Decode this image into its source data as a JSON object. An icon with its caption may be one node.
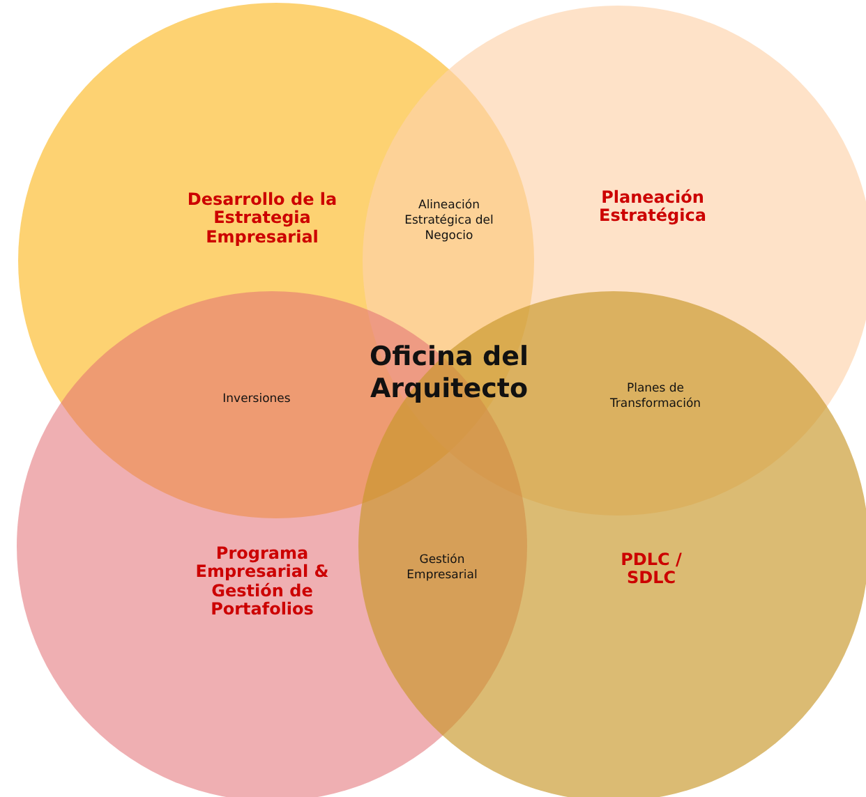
{
  "diagram": {
    "nodes": [
      {
        "text": [
          "Desarrollo de la Estrategia Empresarial"
        ]
      },
      {
        "text": [
          "Planeación Estratégica"
        ]
      },
      {
        "text": [
          "Programa Empresarial & Gestión de Portafolios"
        ]
      },
      {
        "text": [
          "PDLC / SDLC"
        ]
      }
    ],
    "labels": [
      "Alineación Estratégica del Negocio",
      "Oficina del Arquitecto",
      "Inversiones",
      "Planes de Transformación",
      "Gestión Empresarial"
    ]
  }
}
